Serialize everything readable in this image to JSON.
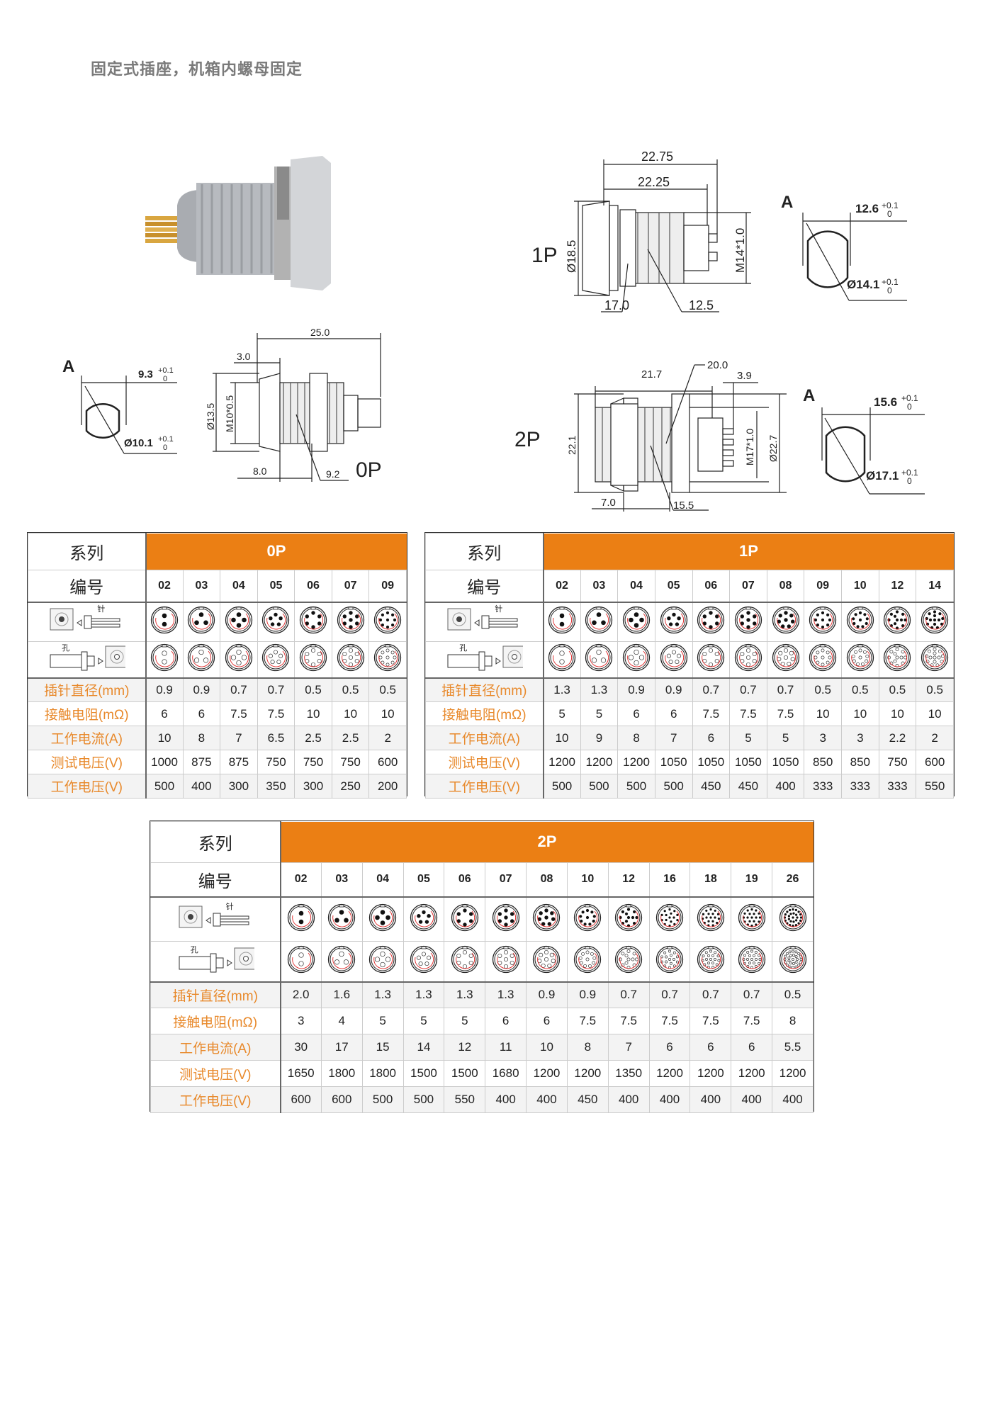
{
  "title": "固定式插座，机箱内螺母固定",
  "drawings": {
    "p0": {
      "label": "0P",
      "a_label": "A",
      "flat": "9.3",
      "flat_tol_plus": "+0.1",
      "flat_tol_minus": "0",
      "dia": "Ø10.1",
      "dia_tol_plus": "+0.1",
      "dia_tol_minus": "0",
      "len_total": "25.0",
      "len_flange": "3.0",
      "outer_dia": "Ø13.5",
      "thread": "M10*0.5",
      "len_a": "8.0",
      "nut": "9.2"
    },
    "p1": {
      "label": "1P",
      "a_label": "A",
      "flat": "12.6",
      "flat_tol_plus": "+0.1",
      "flat_tol_minus": "0",
      "dia": "Ø14.1",
      "dia_tol_plus": "+0.1",
      "dia_tol_minus": "0",
      "len_total": "22.75",
      "len_body": "22.25",
      "outer_dia": "Ø18.5",
      "thread": "M14*1.0",
      "nut": "17.0",
      "thread_len": "12.5"
    },
    "p2": {
      "label": "2P",
      "a_label": "A",
      "flat": "15.6",
      "flat_tol_plus": "+0.1",
      "flat_tol_minus": "0",
      "dia": "Ø17.1",
      "dia_tol_plus": "+0.1",
      "dia_tol_minus": "0",
      "len_body": "21.7",
      "nut": "20.0",
      "pin_len": "3.9",
      "height": "22.1",
      "thread": "M17*1.0",
      "outer_dia": "Ø22.7",
      "len_a": "7.0",
      "thread_len": "15.5"
    }
  },
  "legend": {
    "pin_label": "针",
    "hole_label": "孔"
  },
  "row_labels": {
    "series": "系列",
    "code": "编号",
    "pin_dia": "插针直径(mm)",
    "resistance": "接触电阻(mΩ)",
    "current": "工作电流(A)",
    "test_voltage": "测试电压(V)",
    "work_voltage": "工作电压(V)"
  },
  "colors": {
    "accent": "#EB7F14",
    "label": "#E8892B"
  },
  "tables": [
    {
      "series": "0P",
      "codes": [
        "02",
        "03",
        "04",
        "05",
        "06",
        "07",
        "09"
      ],
      "pin_dia": [
        "0.9",
        "0.9",
        "0.7",
        "0.7",
        "0.5",
        "0.5",
        "0.5"
      ],
      "resistance": [
        "6",
        "6",
        "7.5",
        "7.5",
        "10",
        "10",
        "10"
      ],
      "current": [
        "10",
        "8",
        "7",
        "6.5",
        "2.5",
        "2.5",
        "2"
      ],
      "test_voltage": [
        "1000",
        "875",
        "875",
        "750",
        "750",
        "750",
        "600"
      ],
      "work_voltage": [
        "500",
        "400",
        "300",
        "350",
        "300",
        "250",
        "200"
      ]
    },
    {
      "series": "1P",
      "codes": [
        "02",
        "03",
        "04",
        "05",
        "06",
        "07",
        "08",
        "09",
        "10",
        "12",
        "14"
      ],
      "pin_dia": [
        "1.3",
        "1.3",
        "0.9",
        "0.9",
        "0.7",
        "0.7",
        "0.7",
        "0.5",
        "0.5",
        "0.5",
        "0.5"
      ],
      "resistance": [
        "5",
        "5",
        "6",
        "6",
        "7.5",
        "7.5",
        "7.5",
        "10",
        "10",
        "10",
        "10"
      ],
      "current": [
        "10",
        "9",
        "8",
        "7",
        "6",
        "5",
        "5",
        "3",
        "3",
        "2.2",
        "2"
      ],
      "test_voltage": [
        "1200",
        "1200",
        "1200",
        "1050",
        "1050",
        "1050",
        "1050",
        "850",
        "850",
        "750",
        "600"
      ],
      "work_voltage": [
        "500",
        "500",
        "500",
        "500",
        "450",
        "450",
        "400",
        "333",
        "333",
        "333",
        "550"
      ]
    },
    {
      "series": "2P",
      "codes": [
        "02",
        "03",
        "04",
        "05",
        "06",
        "07",
        "08",
        "10",
        "12",
        "16",
        "18",
        "19",
        "26"
      ],
      "pin_dia": [
        "2.0",
        "1.6",
        "1.3",
        "1.3",
        "1.3",
        "1.3",
        "0.9",
        "0.9",
        "0.7",
        "0.7",
        "0.7",
        "0.7",
        "0.5"
      ],
      "resistance": [
        "3",
        "4",
        "5",
        "5",
        "5",
        "6",
        "6",
        "7.5",
        "7.5",
        "7.5",
        "7.5",
        "7.5",
        "8"
      ],
      "current": [
        "30",
        "17",
        "15",
        "14",
        "12",
        "11",
        "10",
        "8",
        "7",
        "6",
        "6",
        "6",
        "5.5"
      ],
      "test_voltage": [
        "1650",
        "1800",
        "1800",
        "1500",
        "1500",
        "1680",
        "1200",
        "1200",
        "1350",
        "1200",
        "1200",
        "1200",
        "1200"
      ],
      "work_voltage": [
        "600",
        "600",
        "500",
        "500",
        "550",
        "400",
        "400",
        "450",
        "400",
        "400",
        "400",
        "400",
        "400"
      ]
    }
  ]
}
